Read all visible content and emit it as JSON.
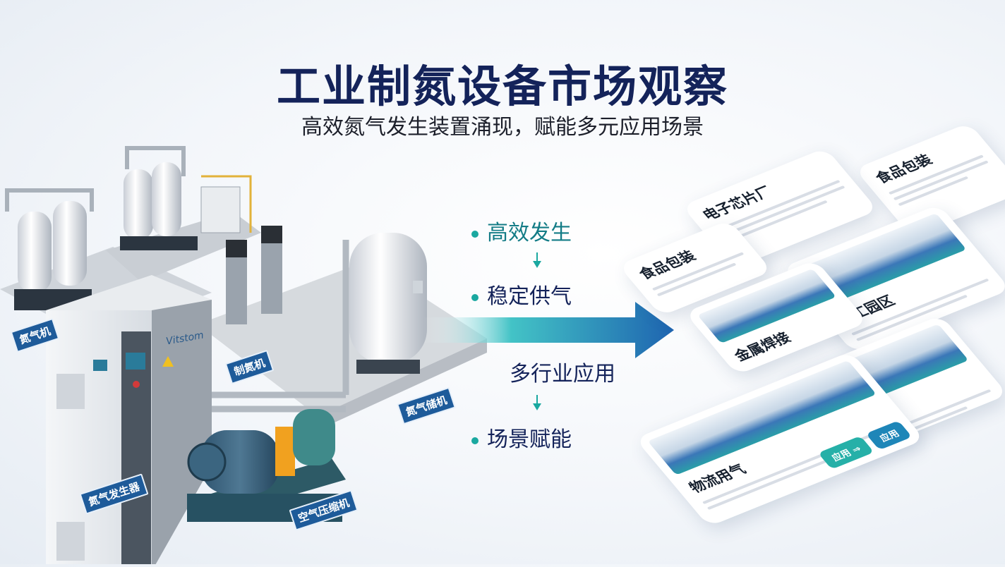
{
  "header": {
    "title": "工业制氮设备市场观察",
    "subtitle": "高效氮气发生装置涌现，赋能多元应用场景"
  },
  "equipment": {
    "labels": [
      "氮气机",
      "制氮机",
      "氮气储机",
      "氮气发生器",
      "空气压缩机"
    ],
    "cabinet_brand": "Vitstom"
  },
  "flow": {
    "steps": [
      "高效发生",
      "稳定供气",
      "多行业应用",
      "场景赋能"
    ]
  },
  "cards": [
    {
      "title": "食品包装"
    },
    {
      "title": "电子芯片厂"
    },
    {
      "title": "食品包装"
    },
    {
      "title": "化工园区"
    },
    {
      "title": "金属焊接"
    },
    {
      "title": "医疗用气"
    },
    {
      "title": "物流用气",
      "button_primary": "应用",
      "button_secondary": "应用 ⇒"
    }
  ],
  "colors": {
    "title": "#14235a",
    "accent_teal": "#1aa8a0",
    "arrow_blue": "#1e64b0",
    "tag_blue": "#1e5b9a"
  }
}
